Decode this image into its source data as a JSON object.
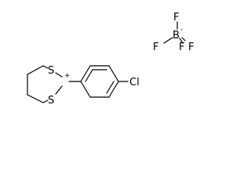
{
  "cation": {
    "atoms": {
      "sulfur_top": "S",
      "sulfur_bottom": "S",
      "chlorine": "Cl",
      "carbocation_charge": "+"
    }
  },
  "anion": {
    "atoms": {
      "boron": "B",
      "boron_charge": "-",
      "fluorine_top": "F",
      "fluorine_left": "F",
      "fluorine_right": "F",
      "fluorine_bottom": "F"
    }
  }
}
